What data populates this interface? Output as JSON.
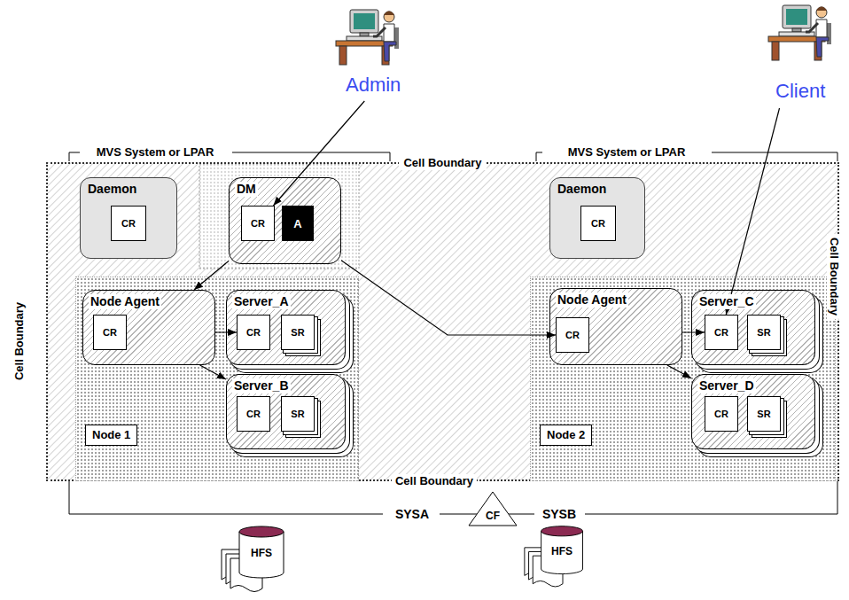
{
  "diagram": {
    "nodes": [
      {
        "text": [
          "Admin"
        ]
      },
      {
        "text": [
          "Client"
        ]
      },
      {
        "text": [
          "Cell Boundary"
        ]
      },
      {
        "text": [
          "Daemon"
        ],
        "in": 2
      },
      {
        "text": [
          "CR"
        ],
        "in": 3
      },
      {
        "text": [
          "DM"
        ],
        "in": 2
      },
      {
        "text": [
          "CR"
        ],
        "in": 5
      },
      {
        "text": [
          "A"
        ],
        "in": 5
      },
      {
        "text": [
          "Node 1"
        ],
        "in": 2
      },
      {
        "text": [
          "Node Agent"
        ],
        "in": 8
      },
      {
        "text": [
          "CR"
        ],
        "in": 9
      },
      {
        "text": [
          "Server_A"
        ],
        "in": 8
      },
      {
        "text": [
          "CR"
        ],
        "in": 11
      },
      {
        "text": [
          "SR"
        ],
        "in": 11
      },
      {
        "text": [
          "Server_B"
        ],
        "in": 8
      },
      {
        "text": [
          "CR"
        ],
        "in": 14
      },
      {
        "text": [
          "SR"
        ],
        "in": 14
      },
      {
        "text": [
          "Daemon"
        ],
        "in": 2
      },
      {
        "text": [
          "CR"
        ],
        "in": 17
      },
      {
        "text": [
          "Node 2"
        ],
        "in": 2
      },
      {
        "text": [
          "Node Agent"
        ],
        "in": 19
      },
      {
        "text": [
          "CR"
        ],
        "in": 20
      },
      {
        "text": [
          "Server_C"
        ],
        "in": 19
      },
      {
        "text": [
          "CR"
        ],
        "in": 22
      },
      {
        "text": [
          "SR"
        ],
        "in": 22
      },
      {
        "text": [
          "Server_D"
        ],
        "in": 19
      },
      {
        "text": [
          "CR"
        ],
        "in": 25
      },
      {
        "text": [
          "SR"
        ],
        "in": 25
      },
      {
        "text": [
          "CF"
        ]
      },
      {
        "text": [
          "HFS"
        ]
      },
      {
        "text": [
          "HFS"
        ]
      }
    ],
    "edges": [
      {
        "from": 0,
        "to": 6,
        "arrow": "to"
      },
      {
        "from": 5,
        "to": 9,
        "arrow": "to"
      },
      {
        "from": 5,
        "to": 21,
        "arrow": "to"
      },
      {
        "from": 9,
        "to": 12,
        "arrow": "to"
      },
      {
        "from": 9,
        "to": 14,
        "arrow": "to"
      },
      {
        "from": 20,
        "to": 23,
        "arrow": "to"
      },
      {
        "from": 20,
        "to": 25,
        "arrow": "to"
      },
      {
        "from": 1,
        "to": 23,
        "arrow": "to"
      }
    ],
    "labels": [
      "MVS System or LPAR",
      "MVS System or LPAR",
      "Cell Boundary",
      "Cell Boundary",
      "Cell Boundary",
      "SYSA",
      "SYSB"
    ]
  }
}
